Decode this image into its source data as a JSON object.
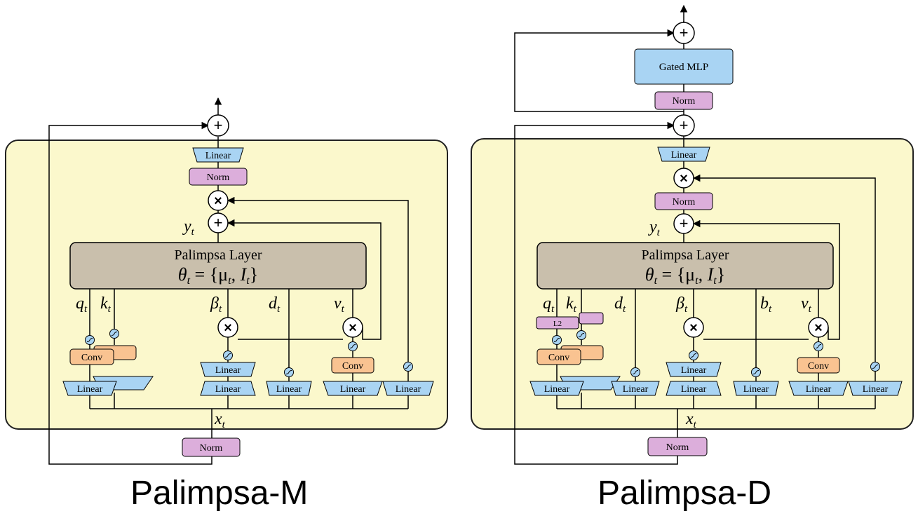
{
  "common": {
    "linear_label": "Linear",
    "norm_label": "Norm",
    "conv_label": "Conv",
    "layer_title": "Palimpsa Layer",
    "layer_formula": "θ",
    "formula_sub": "t",
    "formula_rest": " = {μ",
    "formula_comma": ", I",
    "formula_close": "}",
    "plus_symbol": "+",
    "times_symbol": "×",
    "var_base": {
      "q": "q",
      "k": "k",
      "beta": "β",
      "d": "d",
      "v": "v",
      "b": "b",
      "x": "x",
      "y": "y"
    },
    "var_sub": "t"
  },
  "diagram_m": {
    "caption": "Palimpsa-M"
  },
  "diagram_d": {
    "caption": "Palimpsa-D",
    "gated_mlp_label": "Gated MLP",
    "l2_label": "L2"
  },
  "colors": {
    "panel_fill": "#fbf8cc",
    "panel_stroke": "#222222",
    "linear_fill": "#a9d4f3",
    "norm_fill": "#dcaedb",
    "conv_fill": "#f9c391",
    "layer_fill": "#c9bfac",
    "mlp_fill": "#a9d4f3",
    "line": "#000000"
  }
}
